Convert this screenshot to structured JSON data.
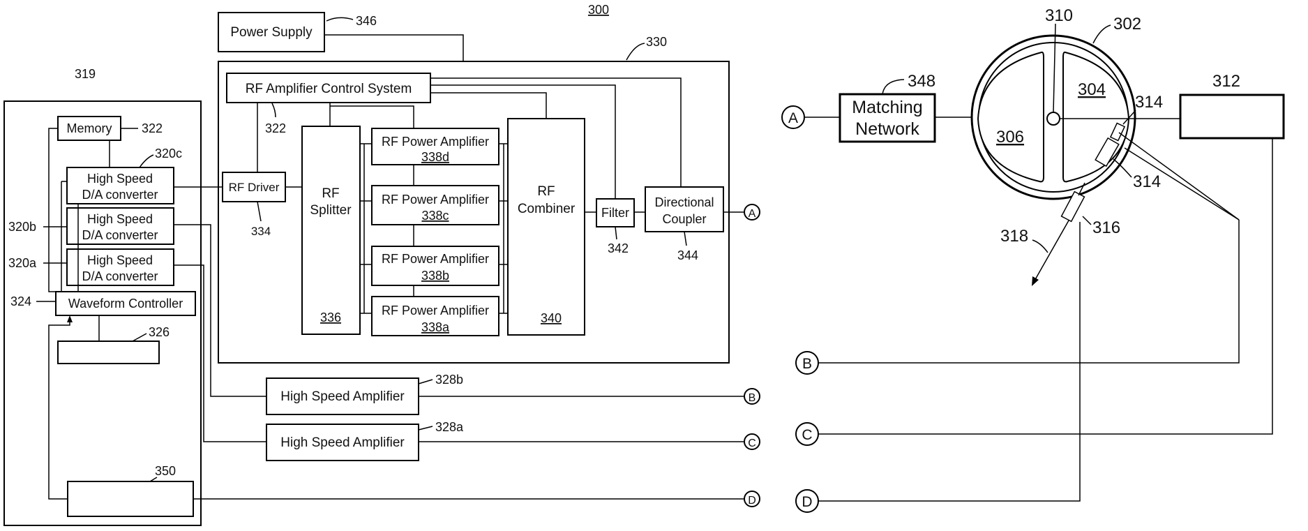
{
  "figure": {
    "number": "300"
  },
  "blocks": {
    "power_supply": {
      "label": "Power Supply",
      "ref": "346"
    },
    "rf_generator": {
      "ref": "330"
    },
    "rf_control": {
      "label": "RF Amplifier Control System",
      "ref": "322"
    },
    "rf_driver": {
      "label": "RF Driver",
      "ref": "334"
    },
    "rf_splitter": {
      "line1": "RF",
      "line2": "Splitter",
      "ref": "336"
    },
    "amp_d": {
      "label": "RF Power Amplifier",
      "ref": "338d"
    },
    "amp_c": {
      "label": "RF Power Amplifier",
      "ref": "338c"
    },
    "amp_b": {
      "label": "RF Power Amplifier",
      "ref": "338b"
    },
    "amp_a": {
      "label": "RF Power Amplifier",
      "ref": "338a"
    },
    "rf_combiner": {
      "line1": "RF",
      "line2": "Combiner",
      "ref": "340"
    },
    "filter": {
      "label": "Filter",
      "ref": "342"
    },
    "coupler": {
      "line1": "Directional",
      "line2": "Coupler",
      "ref": "344"
    },
    "controller_group": {
      "ref": "319"
    },
    "memory": {
      "label": "Memory",
      "ref": "322"
    },
    "dac_c": {
      "line1": "High Speed",
      "line2": "D/A converter",
      "ref": "320c"
    },
    "dac_b": {
      "line1": "High Speed",
      "line2": "D/A converter",
      "ref": "320b"
    },
    "dac_a": {
      "line1": "High Speed",
      "line2": "D/A converter",
      "ref": "320a"
    },
    "waveform": {
      "label": "Waveform Controller",
      "ref": "324"
    },
    "box_326": {
      "ref": "326"
    },
    "box_350": {
      "ref": "350"
    },
    "hs_amp_b": {
      "label": "High Speed Amplifier",
      "ref": "328b"
    },
    "hs_amp_a": {
      "label": "High Speed Amplifier",
      "ref": "328a"
    },
    "matching": {
      "line1": "Matching",
      "line2": "Network",
      "ref": "348"
    },
    "chamber": {
      "ref": "302",
      "left_region": "306",
      "right_region": "304",
      "center": "310"
    },
    "box_312": {
      "ref": "312"
    },
    "sensor_314": {
      "ref": "314"
    },
    "probe_316": {
      "ref": "316"
    },
    "beam_318": {
      "ref": "318"
    }
  },
  "connectors": {
    "a": "A",
    "b": "B",
    "c": "C",
    "d": "D"
  }
}
